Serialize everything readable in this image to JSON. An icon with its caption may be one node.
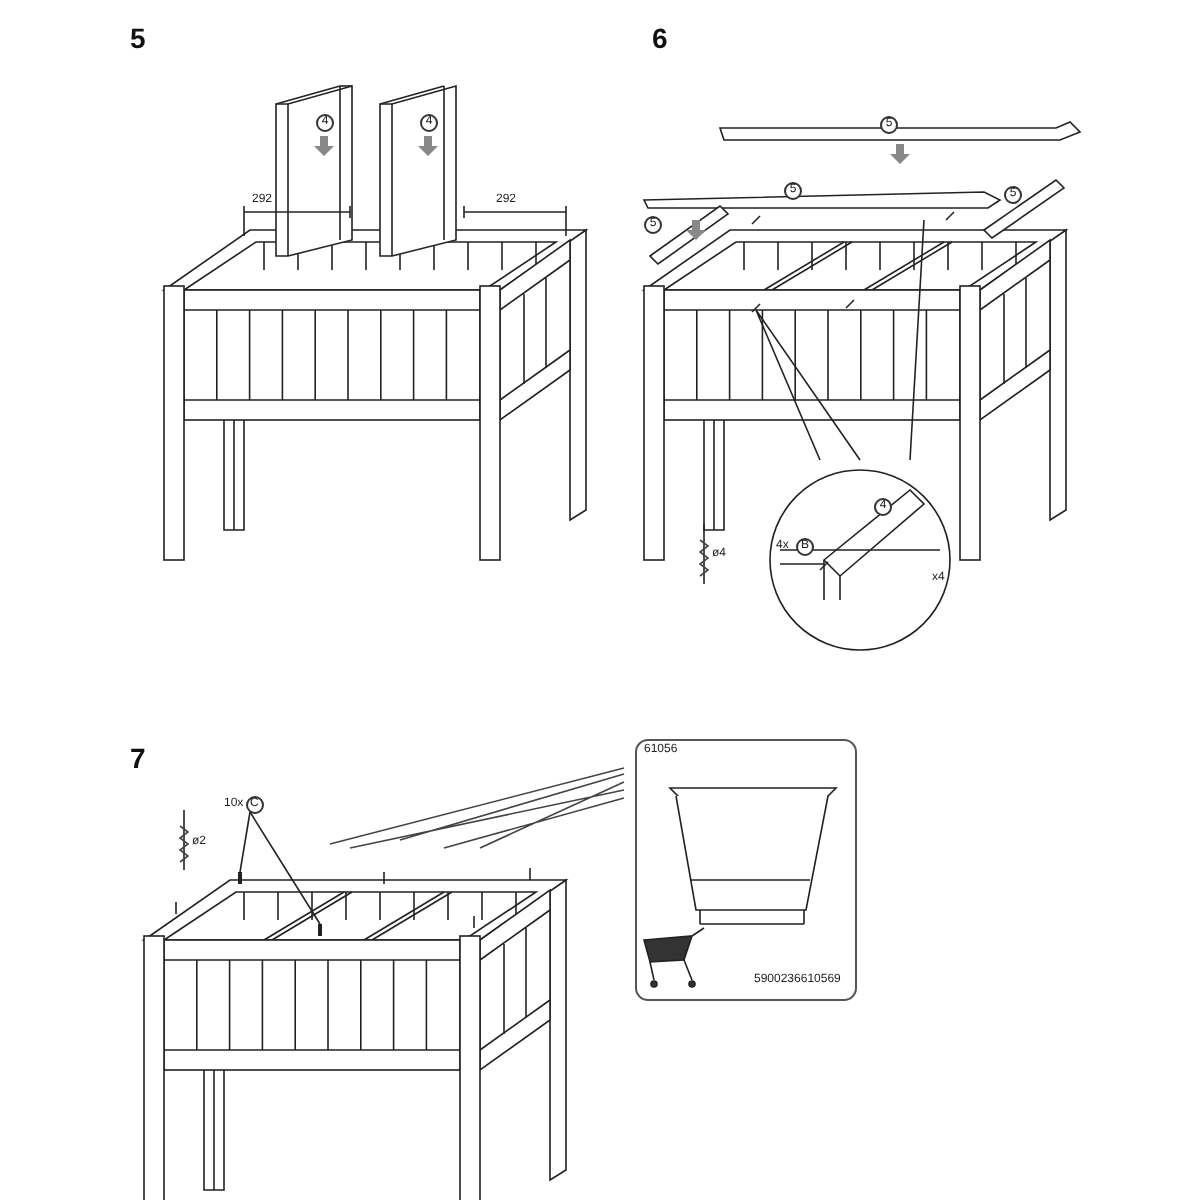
{
  "diagram": {
    "nodes": [
      {
        "text": [
          "10x",
          "C"
        ]
      },
      {
        "text": [],
        "shape": "screw"
      },
      {
        "text": [],
        "shape": "screw"
      }
    ],
    "edges": [
      {
        "from": 0,
        "to": 1,
        "arrow": "none"
      },
      {
        "from": 0,
        "to": 2,
        "arrow": "none"
      }
    ],
    "labels": [
      "5",
      "4",
      "4",
      "292",
      "292",
      "6",
      "5",
      "5",
      "5",
      "5",
      "4",
      "4x",
      "B",
      "ø4",
      "x4",
      "7",
      "ø2",
      "61056",
      "5900236610569"
    ]
  }
}
